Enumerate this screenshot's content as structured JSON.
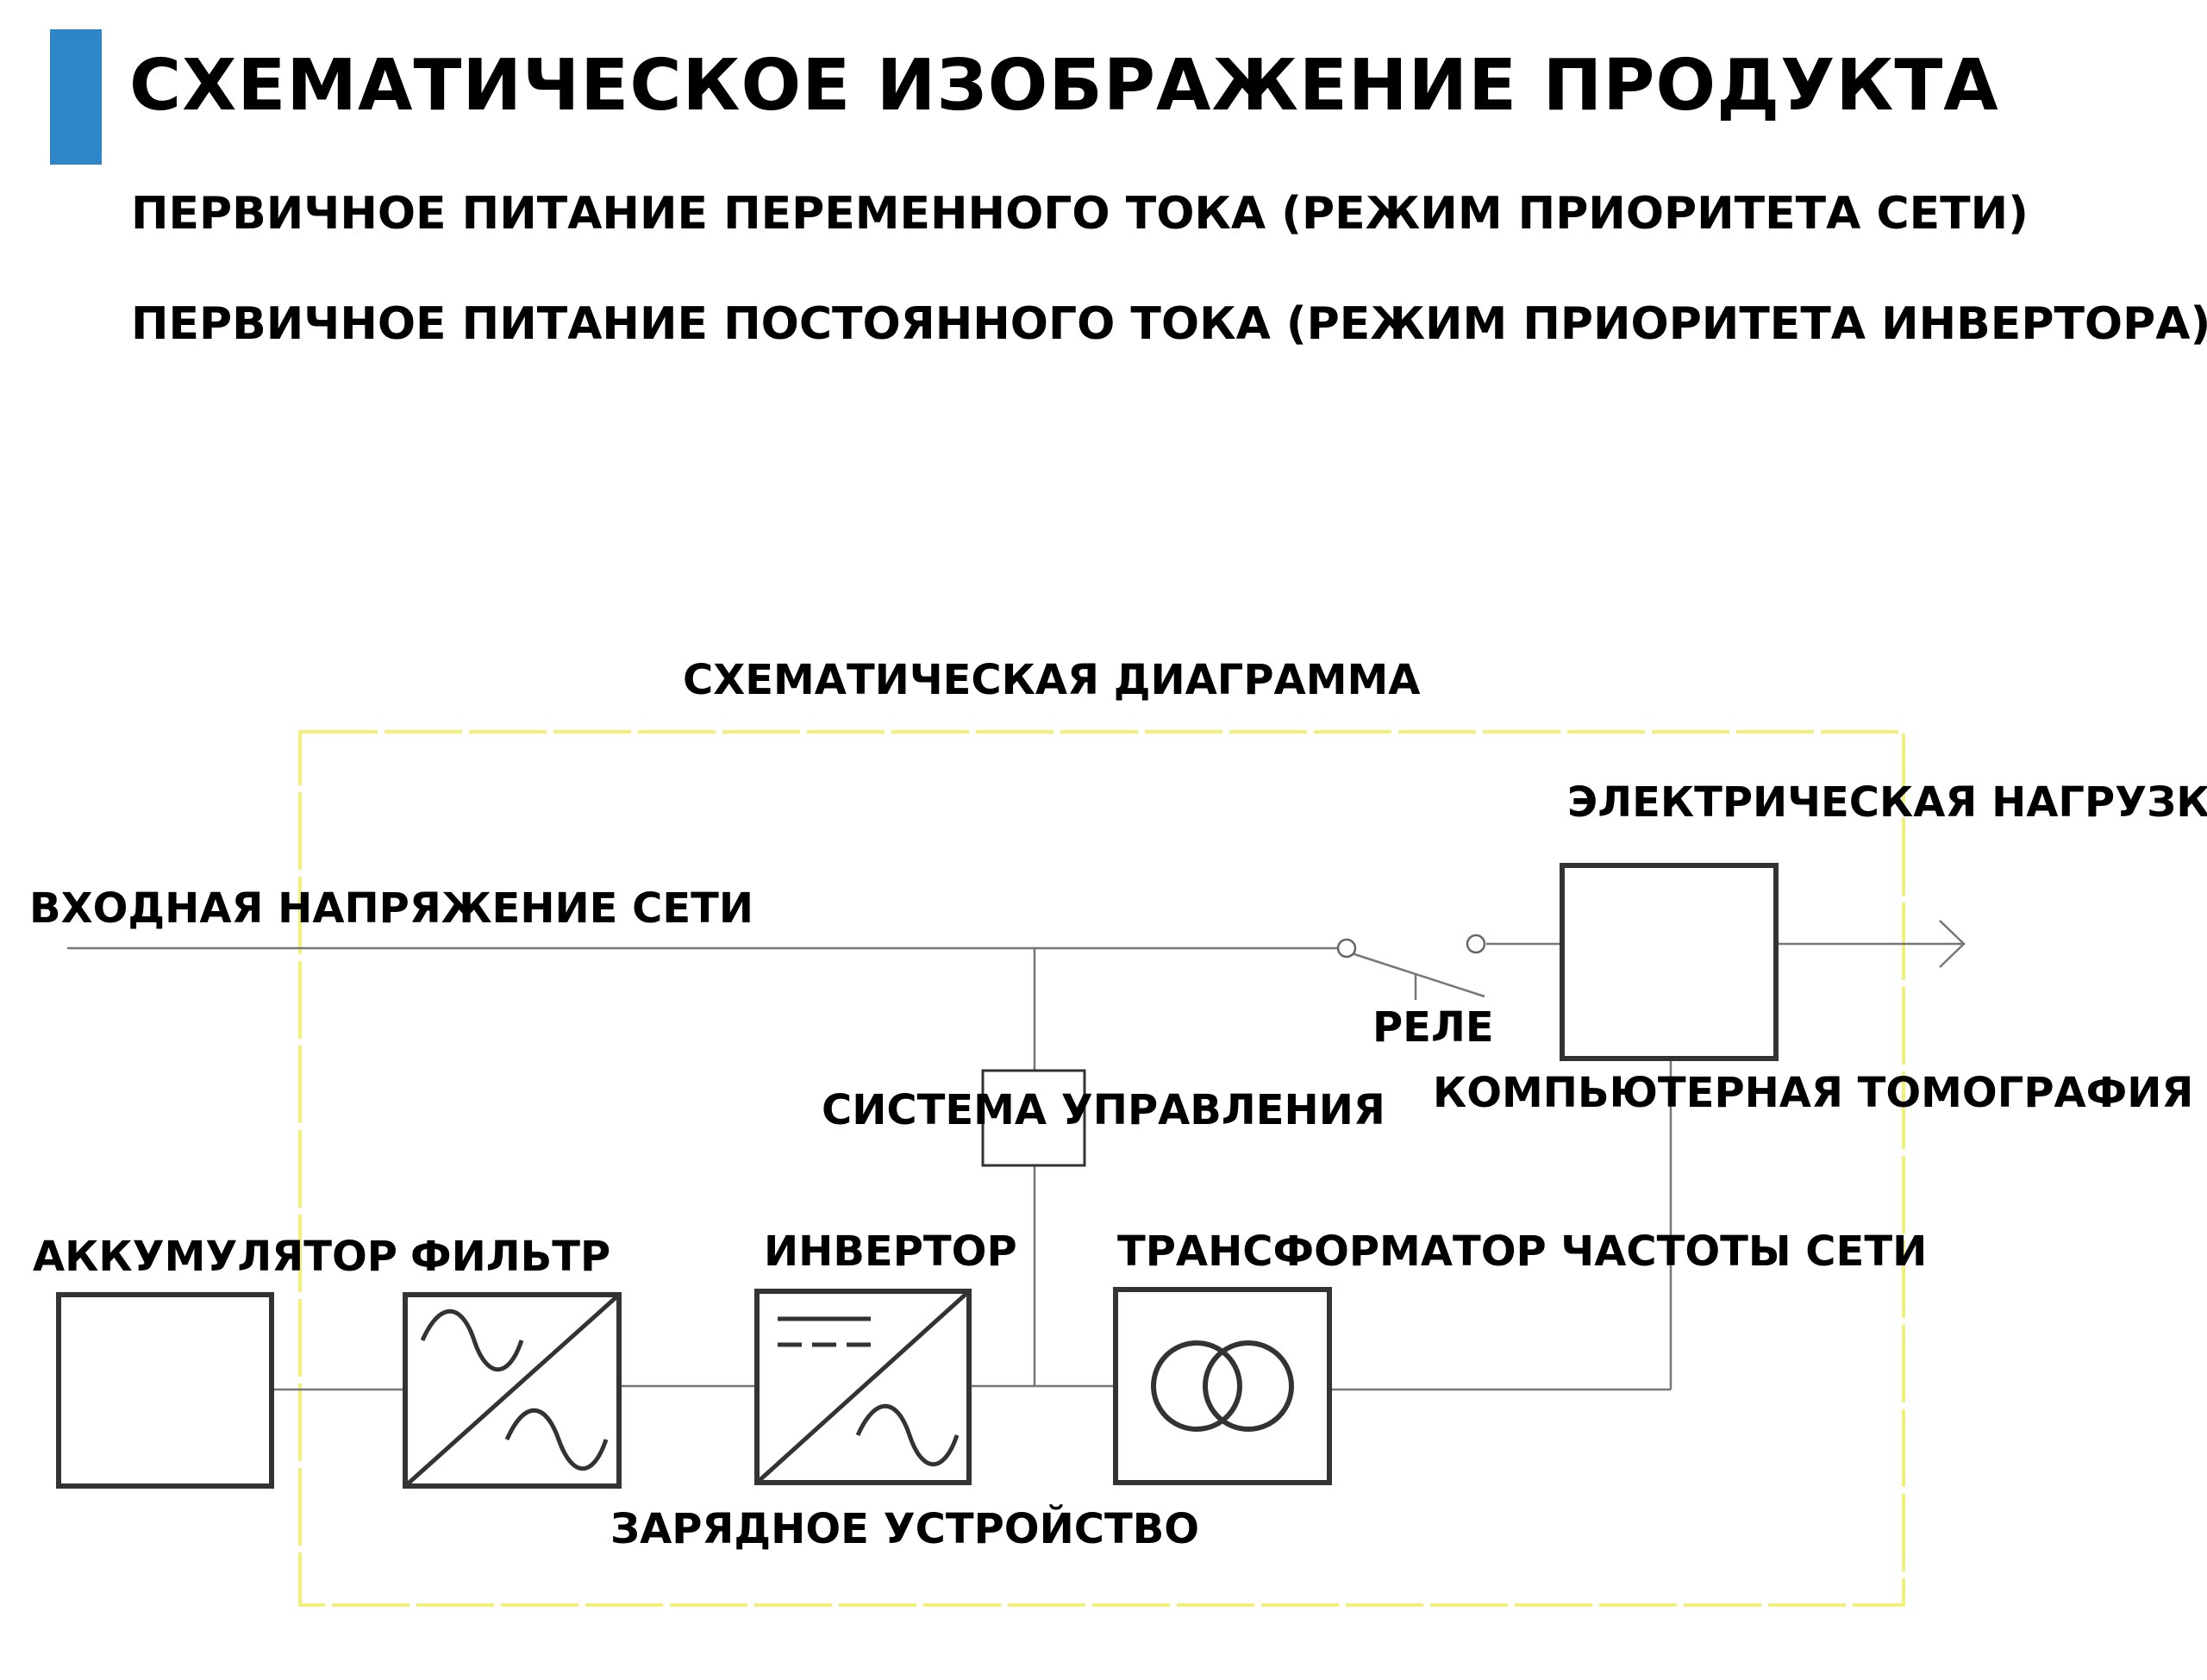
{
  "header": {
    "title": "СХЕМАТИЧЕСКОЕ ИЗОБРАЖЕНИЕ ПРОДУКТА",
    "subtitle_ac": "ПЕРВИЧНОЕ ПИТАНИЕ ПЕРЕМЕННОГО ТОКА (РЕЖИМ ПРИОРИТЕТА СЕТИ)",
    "subtitle_dc": "ПЕРВИЧНОЕ ПИТАНИЕ ПОСТОЯННОГО ТОКА (РЕЖИМ ПРИОРИТЕТА ИНВЕРТОРА)"
  },
  "diagram": {
    "title": "СХЕМАТИЧЕСКАЯ ДИАГРАММА",
    "labels": {
      "grid_input": "ВХОДНАЯ НАПРЯЖЕНИЕ СЕТИ",
      "electric_load": "ЭЛЕКТРИЧЕСКАЯ НАГРУЗКА",
      "relay": "РЕЛЕ",
      "control_system": "СИСТЕМА УПРАВЛЕНИЯ",
      "ct": "КОМПЬЮТЕРНАЯ ТОМОГРАФИЯ",
      "battery": "АККУМУЛЯТОР",
      "filter": "ФИЛЬТР",
      "inverter": "ИНВЕРТОР",
      "transformer": "ТРАНСФОРМАТОР ЧАСТОТЫ СЕТИ",
      "charger": "ЗАРЯДНОЕ УСТРОЙСТВО"
    }
  },
  "colors": {
    "accent": "#2e86c8",
    "dashed_frame": "#f0f07a",
    "lines": "#777777"
  }
}
